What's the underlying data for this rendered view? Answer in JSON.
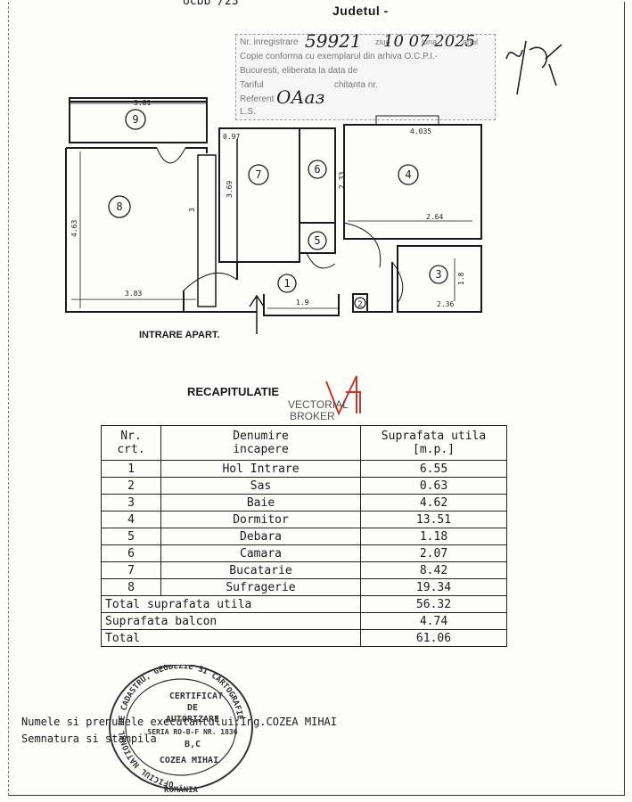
{
  "header": {
    "county_label": "Judetul -",
    "top_fragment": "ocbb /23"
  },
  "registry_stamp": {
    "lines": [
      "Nr. inregistrare",
      "Copie conforma cu exemplarul din arhiva O.C.P.I.-",
      "Bucuresti, eliberata la data de",
      "Tariful",
      "Referent",
      "L.S."
    ],
    "handwritten_number": "59921",
    "handwritten_date": "10  07  2025",
    "inline_words": [
      "ziua",
      "luna",
      "anul"
    ],
    "chitanta": "chitanta nr.",
    "signature_mark": "ОАаз"
  },
  "floor_plan": {
    "dimensions": [
      "3.81",
      "4.63",
      "3.83",
      "3",
      "0.97",
      "3.69",
      "2.33",
      "4.035",
      "2.64",
      "1.8",
      "2.36",
      "1.9"
    ],
    "room_numbers": [
      "1",
      "2",
      "3",
      "4",
      "5",
      "6",
      "7",
      "8",
      "9"
    ],
    "entrance_label": "INTRARE APART."
  },
  "recap": {
    "title": "RECAPITULATIE",
    "watermark": [
      "VECTORIAL",
      "BROKER"
    ],
    "headers": {
      "nr": [
        "Nr.",
        "crt."
      ],
      "name": [
        "Denumire",
        "incapere"
      ],
      "area": [
        "Suprafata utila",
        "[m.p.]"
      ]
    },
    "rows": [
      {
        "nr": "1",
        "name": "Hol Intrare",
        "area": "6.55"
      },
      {
        "nr": "2",
        "name": "Sas",
        "area": "0.63"
      },
      {
        "nr": "3",
        "name": "Baie",
        "area": "4.62"
      },
      {
        "nr": "4",
        "name": "Dormitor",
        "area": "13.51"
      },
      {
        "nr": "5",
        "name": "Debara",
        "area": "1.18"
      },
      {
        "nr": "6",
        "name": "Camara",
        "area": "2.07"
      },
      {
        "nr": "7",
        "name": "Bucatarie",
        "area": "8.42"
      },
      {
        "nr": "8",
        "name": "Sufragerie",
        "area": "19.34"
      }
    ],
    "totals": [
      {
        "label": "Total suprafata utila",
        "value": "56.32"
      },
      {
        "label": "Suprafata balcon",
        "value": "4.74"
      },
      {
        "label": "Total",
        "value": "61.06"
      }
    ]
  },
  "footer": {
    "name_line": "Numele si prenumele executantului:Ing.COZEA MIHAI",
    "signature_line": "Semnatura si stampila"
  },
  "seal": {
    "ring_text": "OFICIUL NATIONAL DE CADASTRU, GEODEZIE SI CARTOGRAFIE",
    "country": "ROMÂNIA",
    "center": [
      "CERTIFICAT",
      "DE",
      "AUTORIZARE",
      "SERIA RO-B-F NR. 1836",
      "B,C",
      "COZEA MIHAI"
    ]
  },
  "colors": {
    "ink": "#1a1a1a",
    "stamp_ink": "#333333",
    "watermark_red": "#c0392b"
  }
}
